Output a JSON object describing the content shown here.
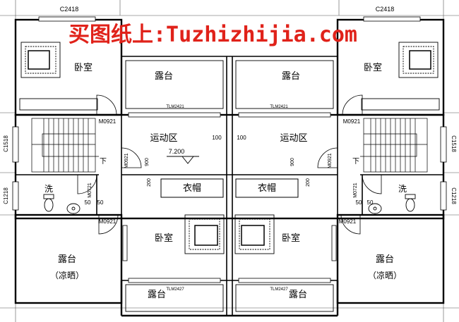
{
  "watermark": "买图纸上:Tuzhizhijia.com",
  "window_codes": {
    "top_left": "C2418",
    "top_right": "C2418",
    "side_upper_left": "C1518",
    "side_upper_right": "C1518",
    "side_lower_left": "C1218",
    "side_lower_right": "C1218"
  },
  "door_codes": {
    "stair_left": "M0921",
    "stair_right": "M0921",
    "exercise_left": "M0921",
    "exercise_right": "M0921",
    "bath_left": "M0721",
    "bath_right": "M0721",
    "bed_lower_left": "M0921",
    "bed_lower_right": "M0921",
    "terrace_top_left": "TLM2421",
    "terrace_top_right": "TLM2421",
    "terrace_bottom_left": "TLM2427",
    "terrace_bottom_right": "TLM2427"
  },
  "rooms": {
    "bedroom_top_left": "卧室",
    "bedroom_top_right": "卧室",
    "terrace_top_left": "露台",
    "terrace_top_right": "露台",
    "exercise_left": "运动区",
    "exercise_right": "运动区",
    "closet_left": "衣帽",
    "closet_right": "衣帽",
    "bathroom_left": "洗",
    "bathroom_right": "洗",
    "bedroom_bottom_left": "卧室",
    "bedroom_bottom_right": "卧室",
    "terrace_bottom_left": "露台",
    "terrace_bottom_right": "露台",
    "terrace_side_left": "露台",
    "terrace_side_left_note": "（凉晒）",
    "terrace_side_right": "露台",
    "terrace_side_right_note": "（凉晒）"
  },
  "annotations": {
    "stair_down_left": "下",
    "stair_down_right": "下",
    "elevation": "7.200",
    "dim_100_left": "100",
    "dim_100_right": "100",
    "dim_900_left": "900",
    "dim_900_right": "900",
    "dim_200_left": "200",
    "dim_200_right": "200",
    "dim_50_left_a": "50",
    "dim_50_left_b": "50",
    "dim_50_right_a": "50",
    "dim_50_right_b": "50"
  }
}
